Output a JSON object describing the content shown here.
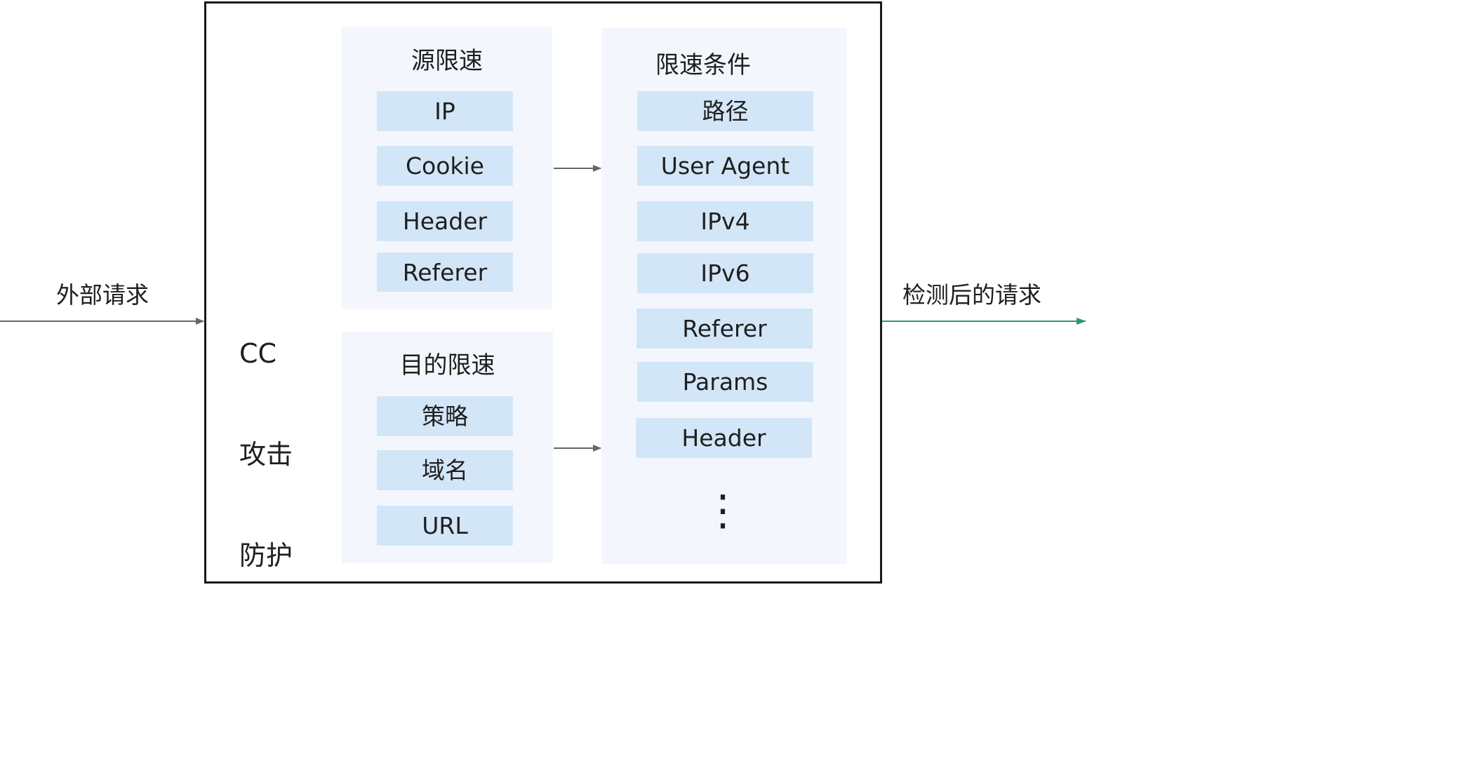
{
  "input_label": "外部请求",
  "output_label": "检测后的请求",
  "main_title_lines": [
    "CC",
    "攻击",
    "防护"
  ],
  "source_limit": {
    "title": "源限速",
    "items": [
      "IP",
      "Cookie",
      "Header",
      "Referer"
    ]
  },
  "target_limit": {
    "title": "目的限速",
    "items": [
      "策略",
      "域名",
      "URL"
    ]
  },
  "conditions": {
    "title": "限速条件",
    "items": [
      "路径",
      "User Agent",
      "IPv4",
      "IPv6",
      "Referer",
      "Params",
      "Header"
    ],
    "more": "⋮"
  },
  "colors": {
    "panel": "#f3f7fd",
    "item": "#d3e6f8",
    "input_arrow": "#666666",
    "output_arrow": "#2e9a6a",
    "frame": "#1a1a1a"
  }
}
